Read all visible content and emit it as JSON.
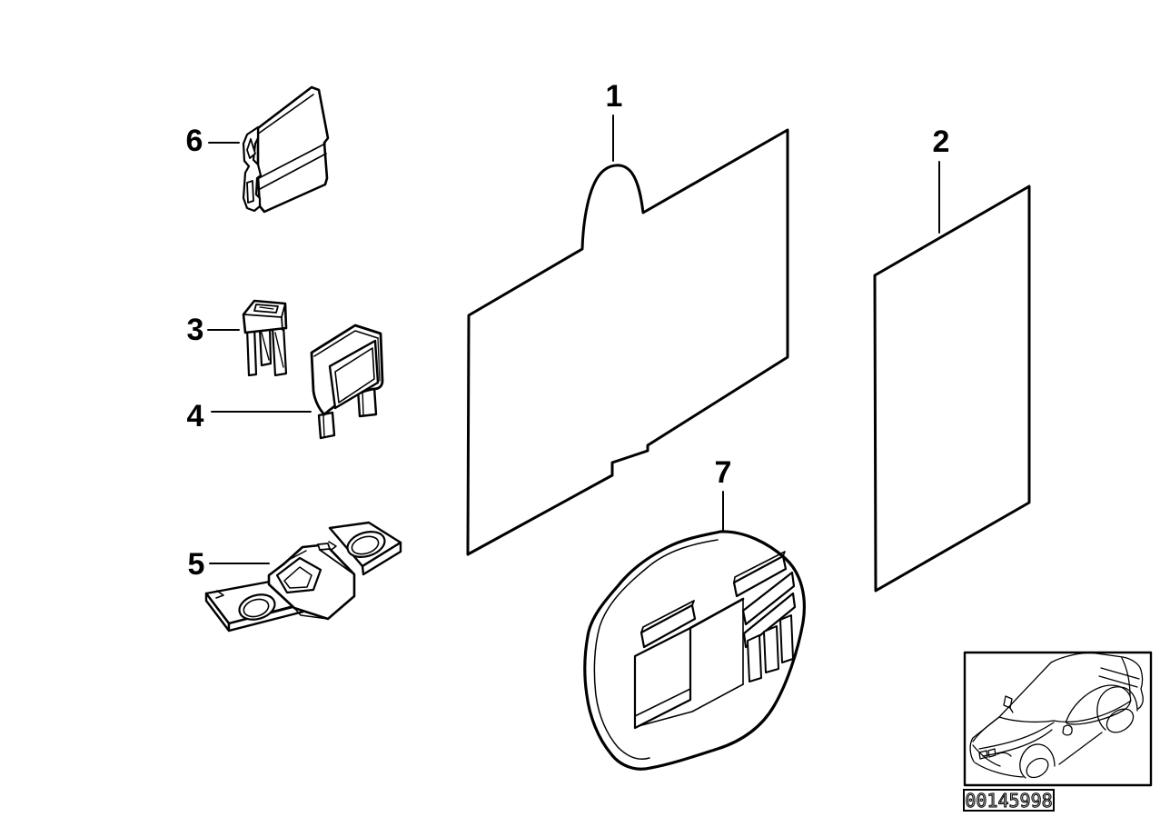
{
  "drawing": {
    "title_visible_text": "",
    "callouts": [
      {
        "label": "1"
      },
      {
        "label": "2"
      },
      {
        "label": "3"
      },
      {
        "label": "4"
      },
      {
        "label": "5"
      },
      {
        "label": "6"
      },
      {
        "label": "7"
      }
    ],
    "image_code": "00145998",
    "colors": {
      "line": "#000000",
      "background": "#ffffff"
    }
  }
}
